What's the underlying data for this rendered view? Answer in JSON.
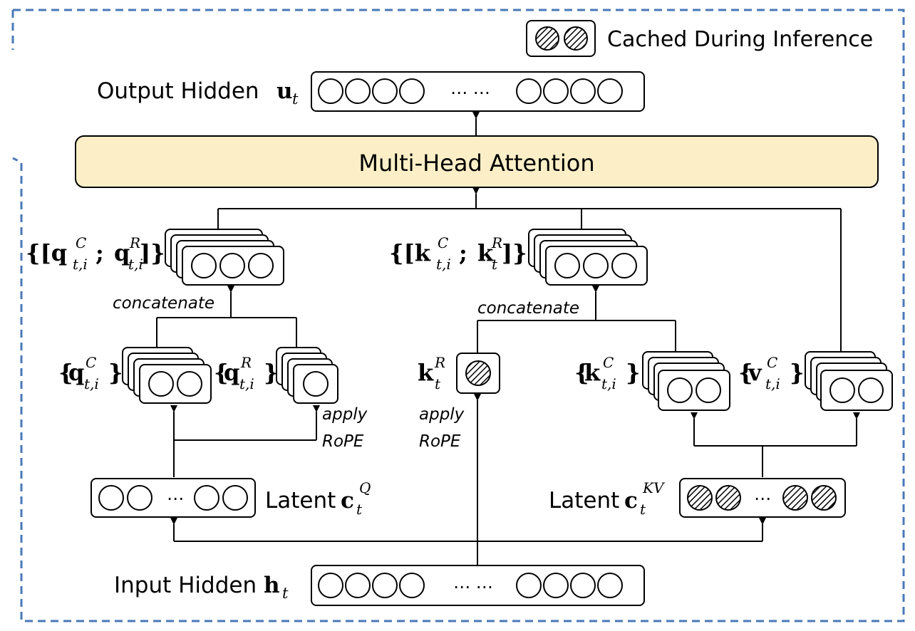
{
  "legend": {
    "label": "Cached During Inference"
  },
  "output": {
    "label": "Output Hidden",
    "symbol": "u",
    "sub": "t",
    "ellipsis": "⋯  ⋯"
  },
  "attention": {
    "label": "Multi-Head Attention"
  },
  "query_concat": {
    "open": "{[",
    "q": "q",
    "sep": "; ",
    "close": "]}",
    "sup_c": "C",
    "sup_r": "R",
    "sub": "t,i"
  },
  "key_concat": {
    "open": "{[",
    "k": "k",
    "sep": "; ",
    "close": "]}",
    "sup_c": "C",
    "sup_r": "R",
    "sub_c": "t,i",
    "sub_r": "t"
  },
  "concat_ops": {
    "left": "concatenate",
    "right": "concatenate"
  },
  "q_c": {
    "open": "{",
    "symbol": "q",
    "sup": "C",
    "sub": "t,i",
    "close": "}"
  },
  "q_r": {
    "open": "{",
    "symbol": "q",
    "sup": "R",
    "sub": "t,i",
    "close": "}"
  },
  "k_r": {
    "symbol": "k",
    "sup": "R",
    "sub": "t"
  },
  "k_c": {
    "open": "{",
    "symbol": "k",
    "sup": "C",
    "sub": "t,i",
    "close": "}"
  },
  "v_c": {
    "open": "{",
    "symbol": "v",
    "sup": "C",
    "sub": "t,i",
    "close": "}"
  },
  "rope_left": {
    "line1": "apply",
    "line2": "RoPE"
  },
  "rope_mid": {
    "line1": "apply",
    "line2": "RoPE"
  },
  "latent_q": {
    "label": "Latent",
    "symbol": "c",
    "sup": "Q",
    "sub": "t",
    "ellipsis": "⋯"
  },
  "latent_kv": {
    "label": "Latent",
    "symbol": "c",
    "sup": "KV",
    "sub": "t",
    "ellipsis": "⋯"
  },
  "input": {
    "label": "Input Hidden",
    "symbol": "h",
    "sub": "t",
    "ellipsis": "⋯  ⋯"
  },
  "colors": {
    "frame": "#4a78b8",
    "attention_fill": "#fcefc7",
    "stroke": "#000000"
  }
}
